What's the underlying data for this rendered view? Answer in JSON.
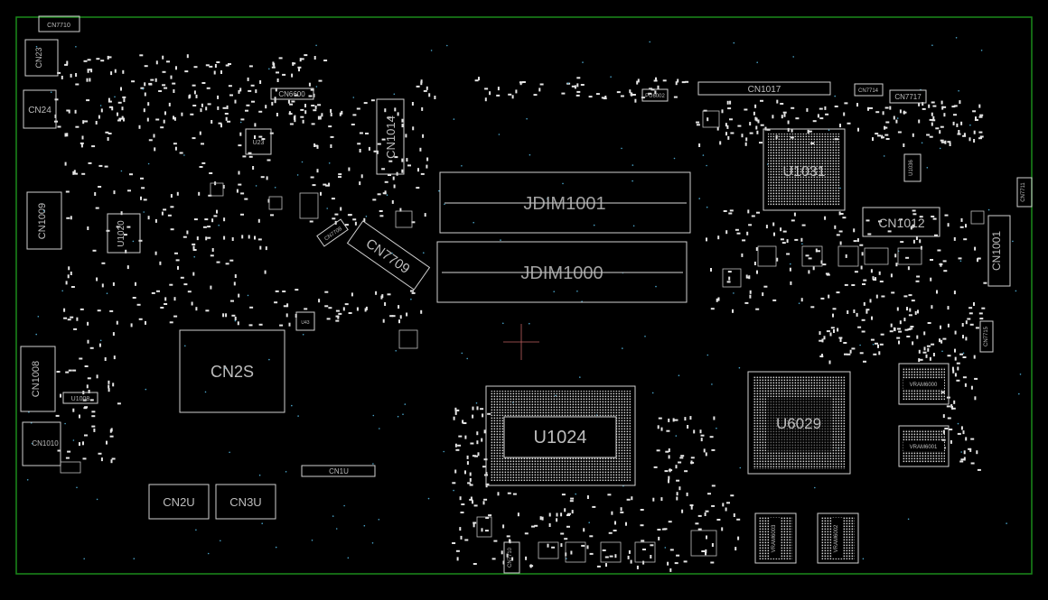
{
  "board_outline_color": "#1a8a1a",
  "components": {
    "cn7710_top": "CN7710",
    "cn23": "CN23",
    "cn24": "CN24",
    "cn1009": "CN1009",
    "u1020": "U1020",
    "cn1008": "CN1008",
    "u1008": "U1008",
    "cn1010": "CN1010",
    "cn6600": "CN6600",
    "u23": "U23",
    "cn1014": "CN1014",
    "cn7708": "CN7708",
    "cn7709": "CN7709",
    "pu6002": "PU6002",
    "cn1017": "CN1017",
    "cn7714": "CN7714",
    "cn7717": "CN7717",
    "jdim1001": "JDIM1001",
    "jdim1000": "JDIM1000",
    "u1031": "U1031",
    "u1036": "U1036",
    "cn7711": "CN7711",
    "cn1012": "CN1012",
    "cn1001": "CN1001",
    "cn7715": "CN7715",
    "cn2s": "CN2S",
    "u43": "U43",
    "cn1u": "CN1U",
    "cn2u": "CN2U",
    "cn3u": "CN3U",
    "u1024": "U1024",
    "u6029": "U6029",
    "vram6000": "VRAM6000",
    "vram6001": "VRAM6001",
    "vram6003": "VRAM6003",
    "vram6002": "VRAM6002",
    "cn7710_bottom": "CN7710"
  }
}
